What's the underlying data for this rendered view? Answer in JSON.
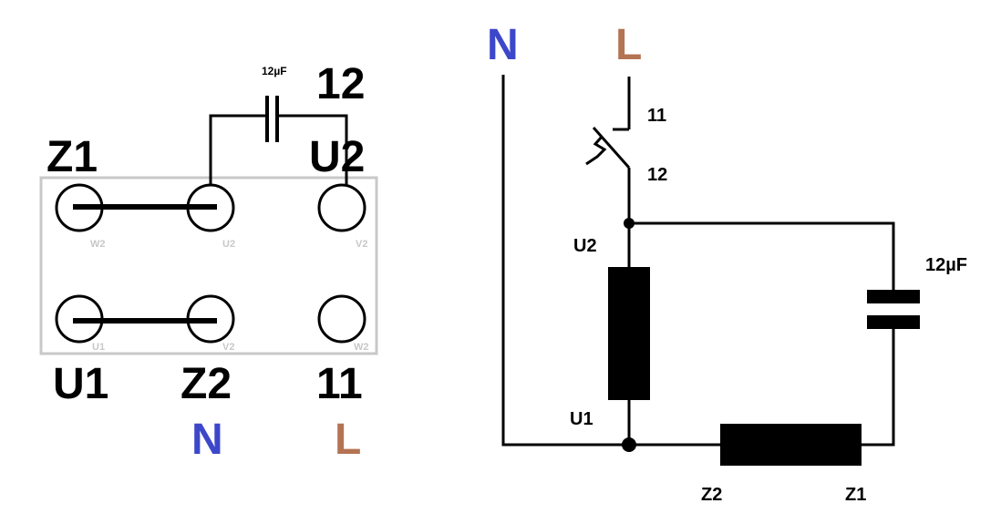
{
  "colors": {
    "neutral": "#3d47c9",
    "line": "#b47352",
    "board": "#c8c8c8",
    "wire": "#000000"
  },
  "terminal_board": {
    "capacitor_label": "12µF",
    "top_labels": {
      "z1": "Z1",
      "u2": "U2",
      "twelve": "12"
    },
    "bottom_labels": {
      "u1": "U1",
      "z2": "Z2",
      "eleven": "11"
    },
    "supply": {
      "n": "N",
      "l": "L"
    },
    "terminal_marks": {
      "top": [
        "W2",
        "U2",
        "V2"
      ],
      "bottom": [
        "U1",
        "V2",
        "W2"
      ]
    }
  },
  "schematic": {
    "supply": {
      "n": "N",
      "l": "L"
    },
    "switch": {
      "top": "11",
      "bottom": "12"
    },
    "winding": {
      "top": "U2",
      "bottom": "U1"
    },
    "capacitor": "12µF",
    "aux_winding": {
      "left": "Z2",
      "right": "Z1"
    }
  }
}
